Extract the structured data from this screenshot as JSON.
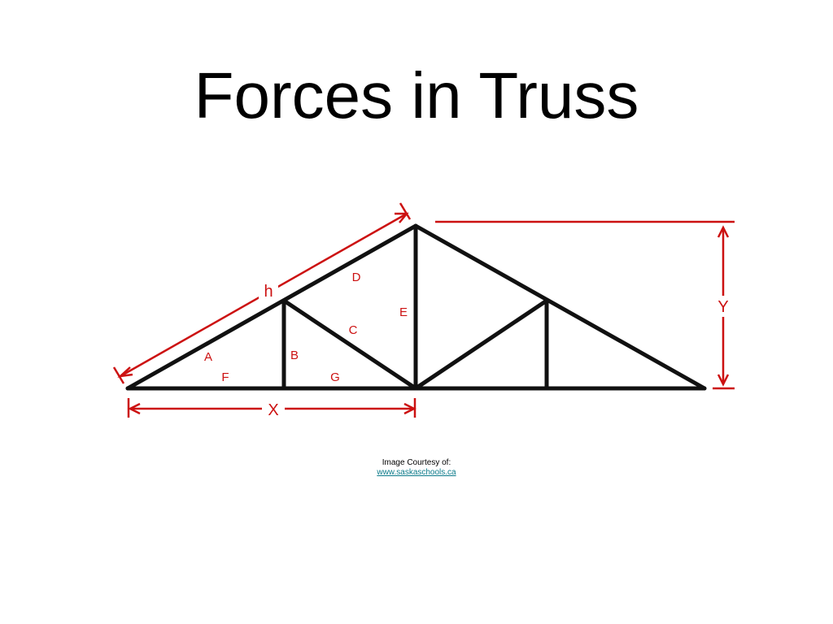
{
  "slide": {
    "title": "Forces in Truss",
    "credit_text": "Image Courtesy of:",
    "credit_link": "www.saskaschools.ca"
  },
  "diagram": {
    "member_labels": {
      "A": "A",
      "B": "B",
      "C": "C",
      "D": "D",
      "E": "E",
      "F": "F",
      "G": "G"
    },
    "dimension_labels": {
      "h": "h",
      "X": "X",
      "Y": "Y"
    },
    "colors": {
      "truss": "#111111",
      "annotation": "#cc1111"
    }
  }
}
